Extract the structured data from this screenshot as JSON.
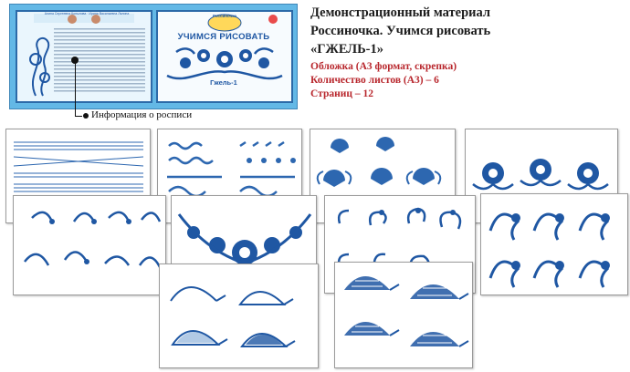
{
  "cover": {
    "back_header": "Алина Сергеевна Копылова · Ирина Васильевна Лялина",
    "publisher": "Россиночка",
    "title": "УЧИМСЯ РИСОВАТЬ",
    "subtitle": "Гжель-1"
  },
  "callout": {
    "label": "Информация о росписи"
  },
  "description": {
    "title_line1": "Демонстрационный материал",
    "title_line2": "Россиночка. Учимся рисовать",
    "title_line3": "«ГЖЕЛЬ-1»",
    "spec_cover": "Обложка (А3 формат, скрепка)",
    "spec_sheets": "Количество листов (А3) – 6",
    "spec_pages": "Страниц – 12"
  },
  "colors": {
    "cover_bg": "#63b8e6",
    "ink_blue": "#1f57a3",
    "spec_red": "#b8262c"
  },
  "sheets": [
    {
      "name": "sheet-grid-patterns"
    },
    {
      "name": "sheet-border-lines"
    },
    {
      "name": "sheet-buds"
    },
    {
      "name": "sheet-flowers-row"
    },
    {
      "name": "sheet-leaf-strokes"
    },
    {
      "name": "sheet-composition"
    },
    {
      "name": "sheet-bird-steps"
    },
    {
      "name": "sheet-birds"
    },
    {
      "name": "sheet-turtle-outline"
    },
    {
      "name": "sheet-turtle-patterned"
    }
  ]
}
